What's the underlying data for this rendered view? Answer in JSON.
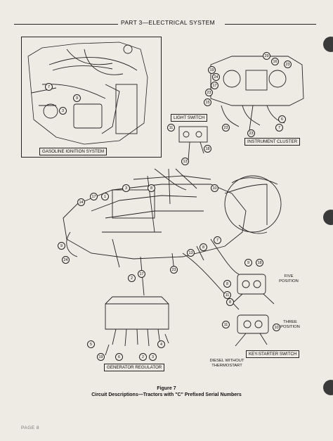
{
  "header": {
    "title": "PART 3—ELECTRICAL SYSTEM"
  },
  "labels": {
    "gasoline": "GASOLINE IGNITION SYSTEM",
    "light_switch": "LIGHT SWITCH",
    "instrument_cluster": "INSTRUMENT CLUSTER",
    "generator_regulator": "GENERATOR REGULATOR",
    "key_starter": "KEY-STARTER SWITCH",
    "five_position": "FIVE\nPOSITION",
    "three_position": "THREE\nPOSITION",
    "diesel_note": "DIESEL WITHOUT\nTHERMOSTART"
  },
  "caption": {
    "figure": "Figure 7",
    "description": "Circuit Descriptions—Tractors with \"C\" Prefixed Serial Numbers"
  },
  "page_number": "PAGE 8",
  "callouts": [
    {
      "id": "c1",
      "n": "3"
    },
    {
      "id": "c2",
      "n": "7"
    },
    {
      "id": "c3",
      "n": "9"
    },
    {
      "id": "c4",
      "n": "29"
    },
    {
      "id": "c5",
      "n": "16"
    },
    {
      "id": "c6",
      "n": "23"
    },
    {
      "id": "c7",
      "n": "19"
    },
    {
      "id": "c8",
      "n": "24"
    },
    {
      "id": "c9",
      "n": "17"
    },
    {
      "id": "c10",
      "n": "23"
    },
    {
      "id": "c11",
      "n": "15"
    },
    {
      "id": "c12",
      "n": "23"
    },
    {
      "id": "c13",
      "n": "23"
    },
    {
      "id": "c14",
      "n": "6"
    },
    {
      "id": "c15",
      "n": "7"
    },
    {
      "id": "c16",
      "n": "11"
    },
    {
      "id": "c17",
      "n": "18"
    },
    {
      "id": "c18",
      "n": "13"
    },
    {
      "id": "c19",
      "n": "10"
    },
    {
      "id": "c20",
      "n": "3"
    },
    {
      "id": "c21",
      "n": "8"
    },
    {
      "id": "c22",
      "n": "14"
    },
    {
      "id": "c23",
      "n": "17"
    },
    {
      "id": "c24",
      "n": "1"
    },
    {
      "id": "c25",
      "n": "9"
    },
    {
      "id": "c26",
      "n": "24"
    },
    {
      "id": "c27",
      "n": "13"
    },
    {
      "id": "c28",
      "n": "8"
    },
    {
      "id": "c29",
      "n": "7"
    },
    {
      "id": "c30",
      "n": "17"
    },
    {
      "id": "c31",
      "n": "2"
    },
    {
      "id": "c32",
      "n": "23"
    },
    {
      "id": "c33",
      "n": "9"
    },
    {
      "id": "c34",
      "n": "18"
    },
    {
      "id": "c35",
      "n": "8"
    },
    {
      "id": "c36",
      "n": "11"
    },
    {
      "id": "c37",
      "n": "8"
    },
    {
      "id": "c38",
      "n": "11"
    },
    {
      "id": "c39",
      "n": "10"
    },
    {
      "id": "c40",
      "n": "5"
    },
    {
      "id": "c41",
      "n": "19"
    },
    {
      "id": "c42",
      "n": "6"
    },
    {
      "id": "c43",
      "n": "2"
    },
    {
      "id": "c44",
      "n": "3"
    },
    {
      "id": "c45",
      "n": "4"
    }
  ]
}
